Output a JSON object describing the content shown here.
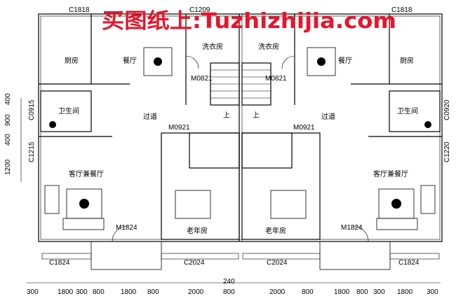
{
  "watermark": "买图纸上:Tuzhizhijia.com",
  "rooms": {
    "kitchen": "厨房",
    "dining": "餐厅",
    "laundry": "洗衣房",
    "bath": "卫生间",
    "corridor": "过道",
    "living": "客厅兼餐厅",
    "elder": "老年房",
    "stair_up": "上"
  },
  "openings": {
    "c1818": "C1818",
    "c1220": "C1220",
    "c1209": "C1209",
    "c0915": "C0915",
    "c0920": "C0920",
    "c1215": "C1215",
    "c1824": "C1824",
    "c2024": "C2024",
    "m0821": "M0821",
    "m0921": "M0921",
    "m1824": "M1824"
  },
  "left_dims": [
    "400",
    "900",
    "400",
    "1200"
  ],
  "center_dim": "240",
  "bottom_dims": [
    "300",
    "1800",
    "300",
    "800",
    "1800",
    "800",
    "2000",
    "800",
    "2000",
    "800",
    "1800",
    "800",
    "300",
    "1800",
    "300"
  ],
  "colors": {
    "line": "#000000",
    "watermark": "#e8152b"
  }
}
